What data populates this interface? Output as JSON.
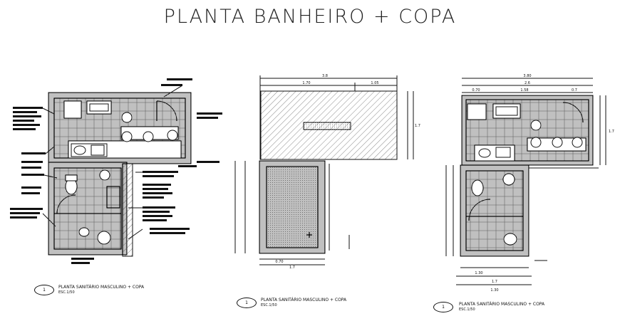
{
  "title": "PLANTA  BANHEIRO  +  COPA",
  "drawings": [
    {
      "index": "1",
      "caption": "PLANTA SANITÁRIO MASCULINO + COPA",
      "scale": "ESC.1/50"
    },
    {
      "index": "1",
      "caption": "PLANTA SANITÁRIO MASCULINO + COPA",
      "scale": "ESC.1/50"
    },
    {
      "index": "1",
      "caption": "PLANTA SANITÁRIO MASCULINO + COPA",
      "scale": "ESC.1/50"
    }
  ],
  "dimensions": {
    "plan2": [
      "3.8",
      "1.70",
      "1.05",
      "1.7",
      "0.70",
      "1.7"
    ],
    "plan3": [
      "3.80",
      "2.6",
      "0.70",
      "1.58",
      "0.7",
      "1.7",
      "1.30",
      "1.7",
      "1.30"
    ]
  },
  "colors": {
    "ink": "#111111",
    "hatch": "#333333",
    "background": "#ffffff"
  }
}
